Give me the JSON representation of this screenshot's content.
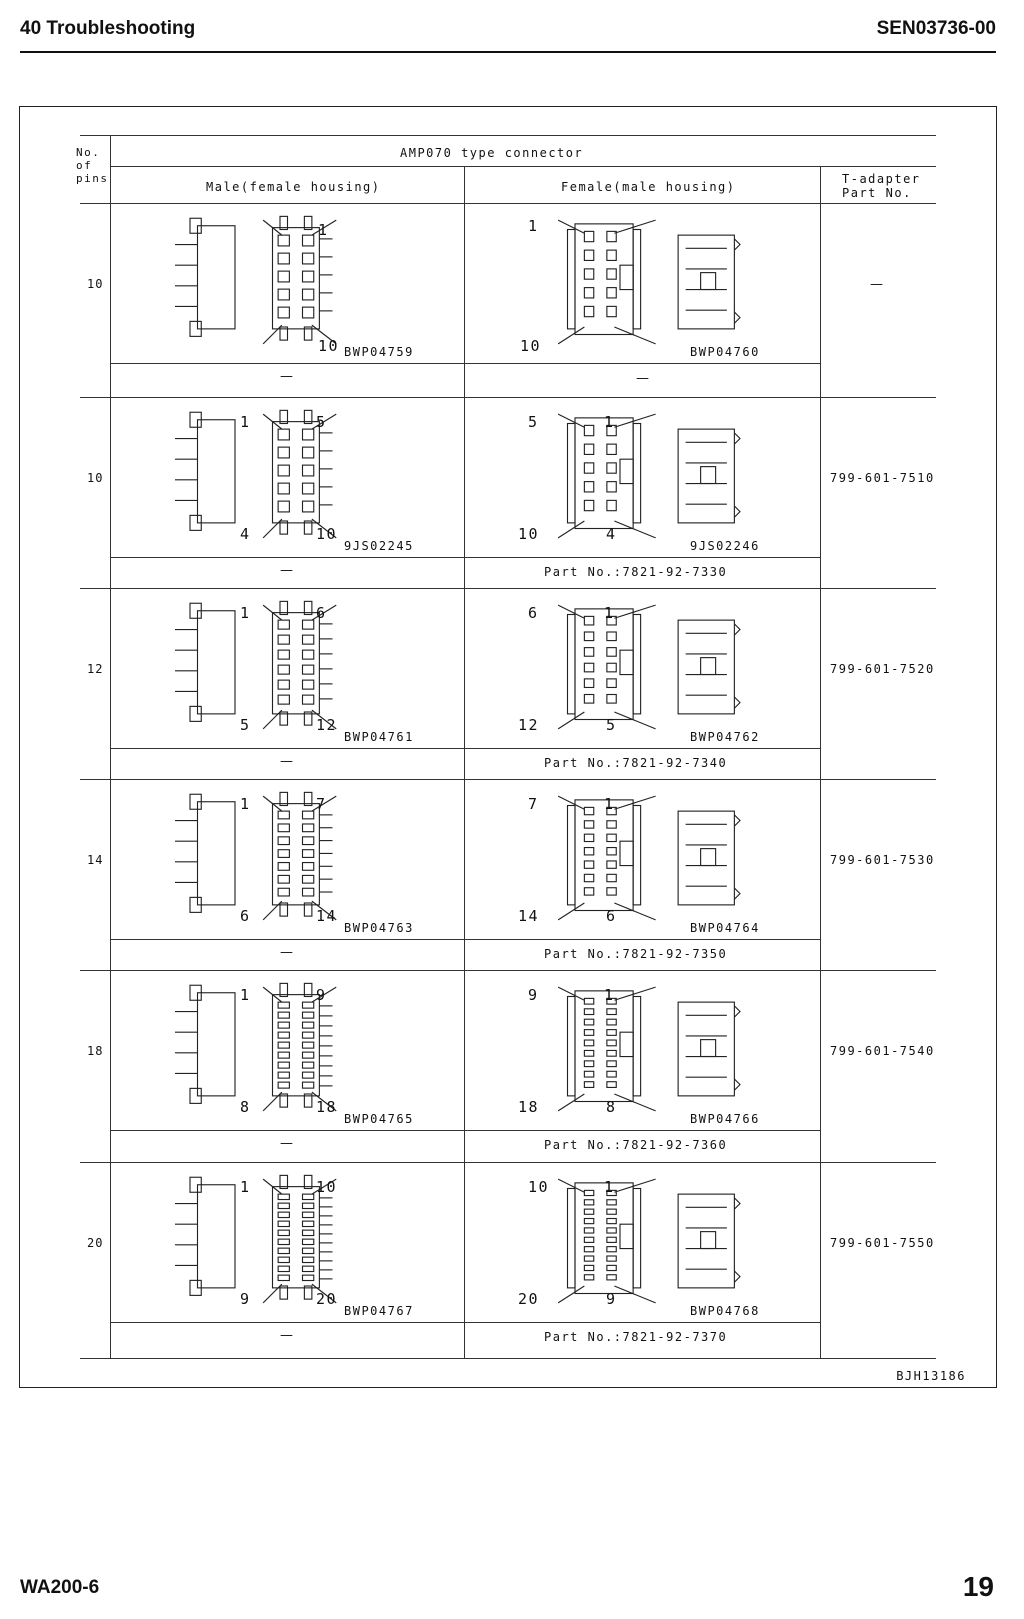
{
  "header": {
    "section": "40 Troubleshooting",
    "doc_number": "SEN03736-00"
  },
  "table": {
    "col_pins": "No.\nof\npins",
    "connector_type": "AMP070 type connector",
    "col_male": "Male(female housing)",
    "col_female": "Female(male housing)",
    "col_adapter": "T-adapter\nPart No.",
    "rows": [
      {
        "pins": "10",
        "male_code": "BWP04759",
        "female_code": "BWP04760",
        "male_part": "—",
        "female_part": "—",
        "adapter": "—",
        "male_callouts": [
          "1",
          "10"
        ],
        "female_callouts": [
          "1",
          "10"
        ]
      },
      {
        "pins": "10",
        "male_code": "9JS02245",
        "female_code": "9JS02246",
        "male_part": "—",
        "female_part": "Part No.:7821-92-7330",
        "adapter": "799-601-7510",
        "male_callouts": [
          "1",
          "5",
          "4",
          "10"
        ],
        "female_callouts": [
          "5",
          "1",
          "10",
          "4"
        ]
      },
      {
        "pins": "12",
        "male_code": "BWP04761",
        "female_code": "BWP04762",
        "male_part": "—",
        "female_part": "Part No.:7821-92-7340",
        "adapter": "799-601-7520",
        "male_callouts": [
          "1",
          "6",
          "5",
          "12"
        ],
        "female_callouts": [
          "6",
          "1",
          "12",
          "5"
        ]
      },
      {
        "pins": "14",
        "male_code": "BWP04763",
        "female_code": "BWP04764",
        "male_part": "—",
        "female_part": "Part No.:7821-92-7350",
        "adapter": "799-601-7530",
        "male_callouts": [
          "1",
          "7",
          "6",
          "14"
        ],
        "female_callouts": [
          "7",
          "1",
          "14",
          "6"
        ]
      },
      {
        "pins": "18",
        "male_code": "BWP04765",
        "female_code": "BWP04766",
        "male_part": "—",
        "female_part": "Part No.:7821-92-7360",
        "adapter": "799-601-7540",
        "male_callouts": [
          "1",
          "9",
          "8",
          "18"
        ],
        "female_callouts": [
          "9",
          "1",
          "18",
          "8"
        ]
      },
      {
        "pins": "20",
        "male_code": "BWP04767",
        "female_code": "BWP04768",
        "male_part": "—",
        "female_part": "Part No.:7821-92-7370",
        "adapter": "799-601-7550",
        "male_callouts": [
          "1",
          "10",
          "9",
          "20"
        ],
        "female_callouts": [
          "10",
          "1",
          "20",
          "9"
        ]
      }
    ],
    "figure_id": "BJH13186"
  },
  "footer": {
    "model": "WA200-6",
    "page": "19"
  }
}
